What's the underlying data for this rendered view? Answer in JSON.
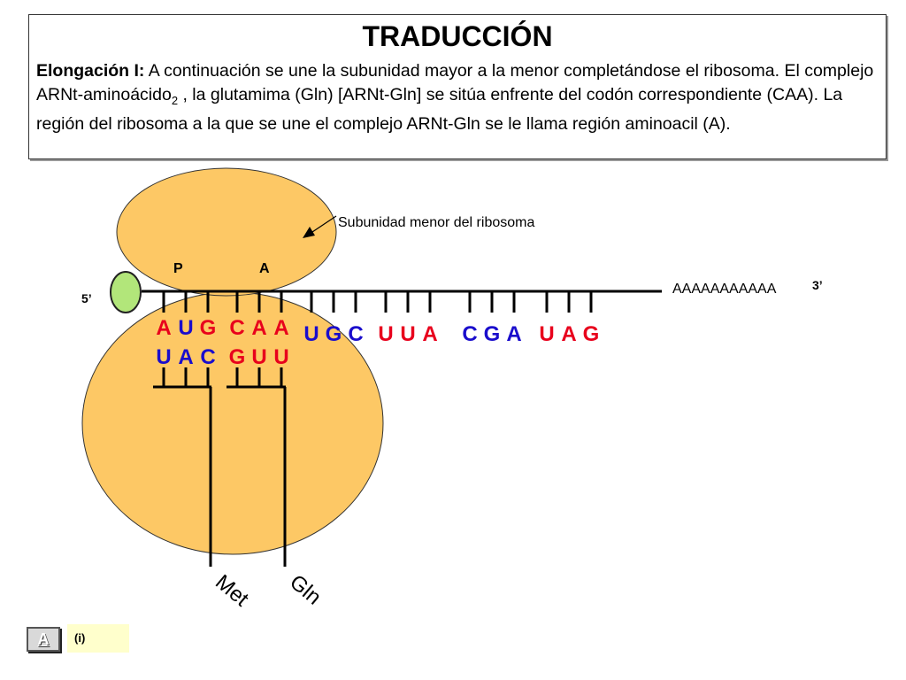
{
  "header": {
    "title": "TRADUCCIÓN",
    "lead": "Elongación I:",
    "text_1": " A continuación se une la subunidad mayor a la menor completándose el ribosoma. El complejo ARNt-aminoácido",
    "subscript": "2",
    "text_2": " , la glutamima (Gln) [ARNt-Gln] se sitúa enfrente del codón correspondiente (CAA). La región del ribosoma a la que se une el complejo ARNt-Gln se le llama región aminoacil (A)."
  },
  "diagram": {
    "small_subunit_label": "Subunidad menor del ribosoma",
    "site_p": "P",
    "site_a": "A",
    "end_5": "5’",
    "end_3": "3’",
    "poly_a": "AAAAAAAAAAA",
    "mrna_codons": [
      {
        "bases": [
          "A",
          "U",
          "G"
        ],
        "colors": [
          "#e8001c",
          "#1a0dcc",
          "#e8001c"
        ]
      },
      {
        "bases": [
          "C",
          "A",
          "A"
        ],
        "colors": [
          "#e8001c",
          "#e8001c",
          "#e8001c"
        ]
      },
      {
        "bases": [
          "U",
          "G",
          "C"
        ],
        "colors": [
          "#1a0dcc",
          "#1a0dcc",
          "#1a0dcc"
        ]
      },
      {
        "bases": [
          "U",
          "U",
          "A"
        ],
        "colors": [
          "#e8001c",
          "#e8001c",
          "#e8001c"
        ]
      },
      {
        "bases": [
          "C",
          "G",
          "A"
        ],
        "colors": [
          "#1a0dcc",
          "#1a0dcc",
          "#1a0dcc"
        ]
      },
      {
        "bases": [
          "U",
          "A",
          "G"
        ],
        "colors": [
          "#e8001c",
          "#e8001c",
          "#e8001c"
        ]
      }
    ],
    "trna_met": {
      "anticodon": [
        "U",
        "A",
        "C"
      ],
      "colors": [
        "#1a0dcc",
        "#1a0dcc",
        "#1a0dcc"
      ],
      "amino_acid": "Met"
    },
    "trna_gln": {
      "anticodon": [
        "G",
        "U",
        "U"
      ],
      "colors": [
        "#e8001c",
        "#e8001c",
        "#e8001c"
      ],
      "amino_acid": "Gln"
    },
    "colors": {
      "ribosome": "#fdc865",
      "ribosome_stroke": "#333333",
      "cap": "#b2e67a",
      "line": "#000000"
    }
  },
  "footer": {
    "nav_label": "A",
    "page_label": "(i)"
  }
}
